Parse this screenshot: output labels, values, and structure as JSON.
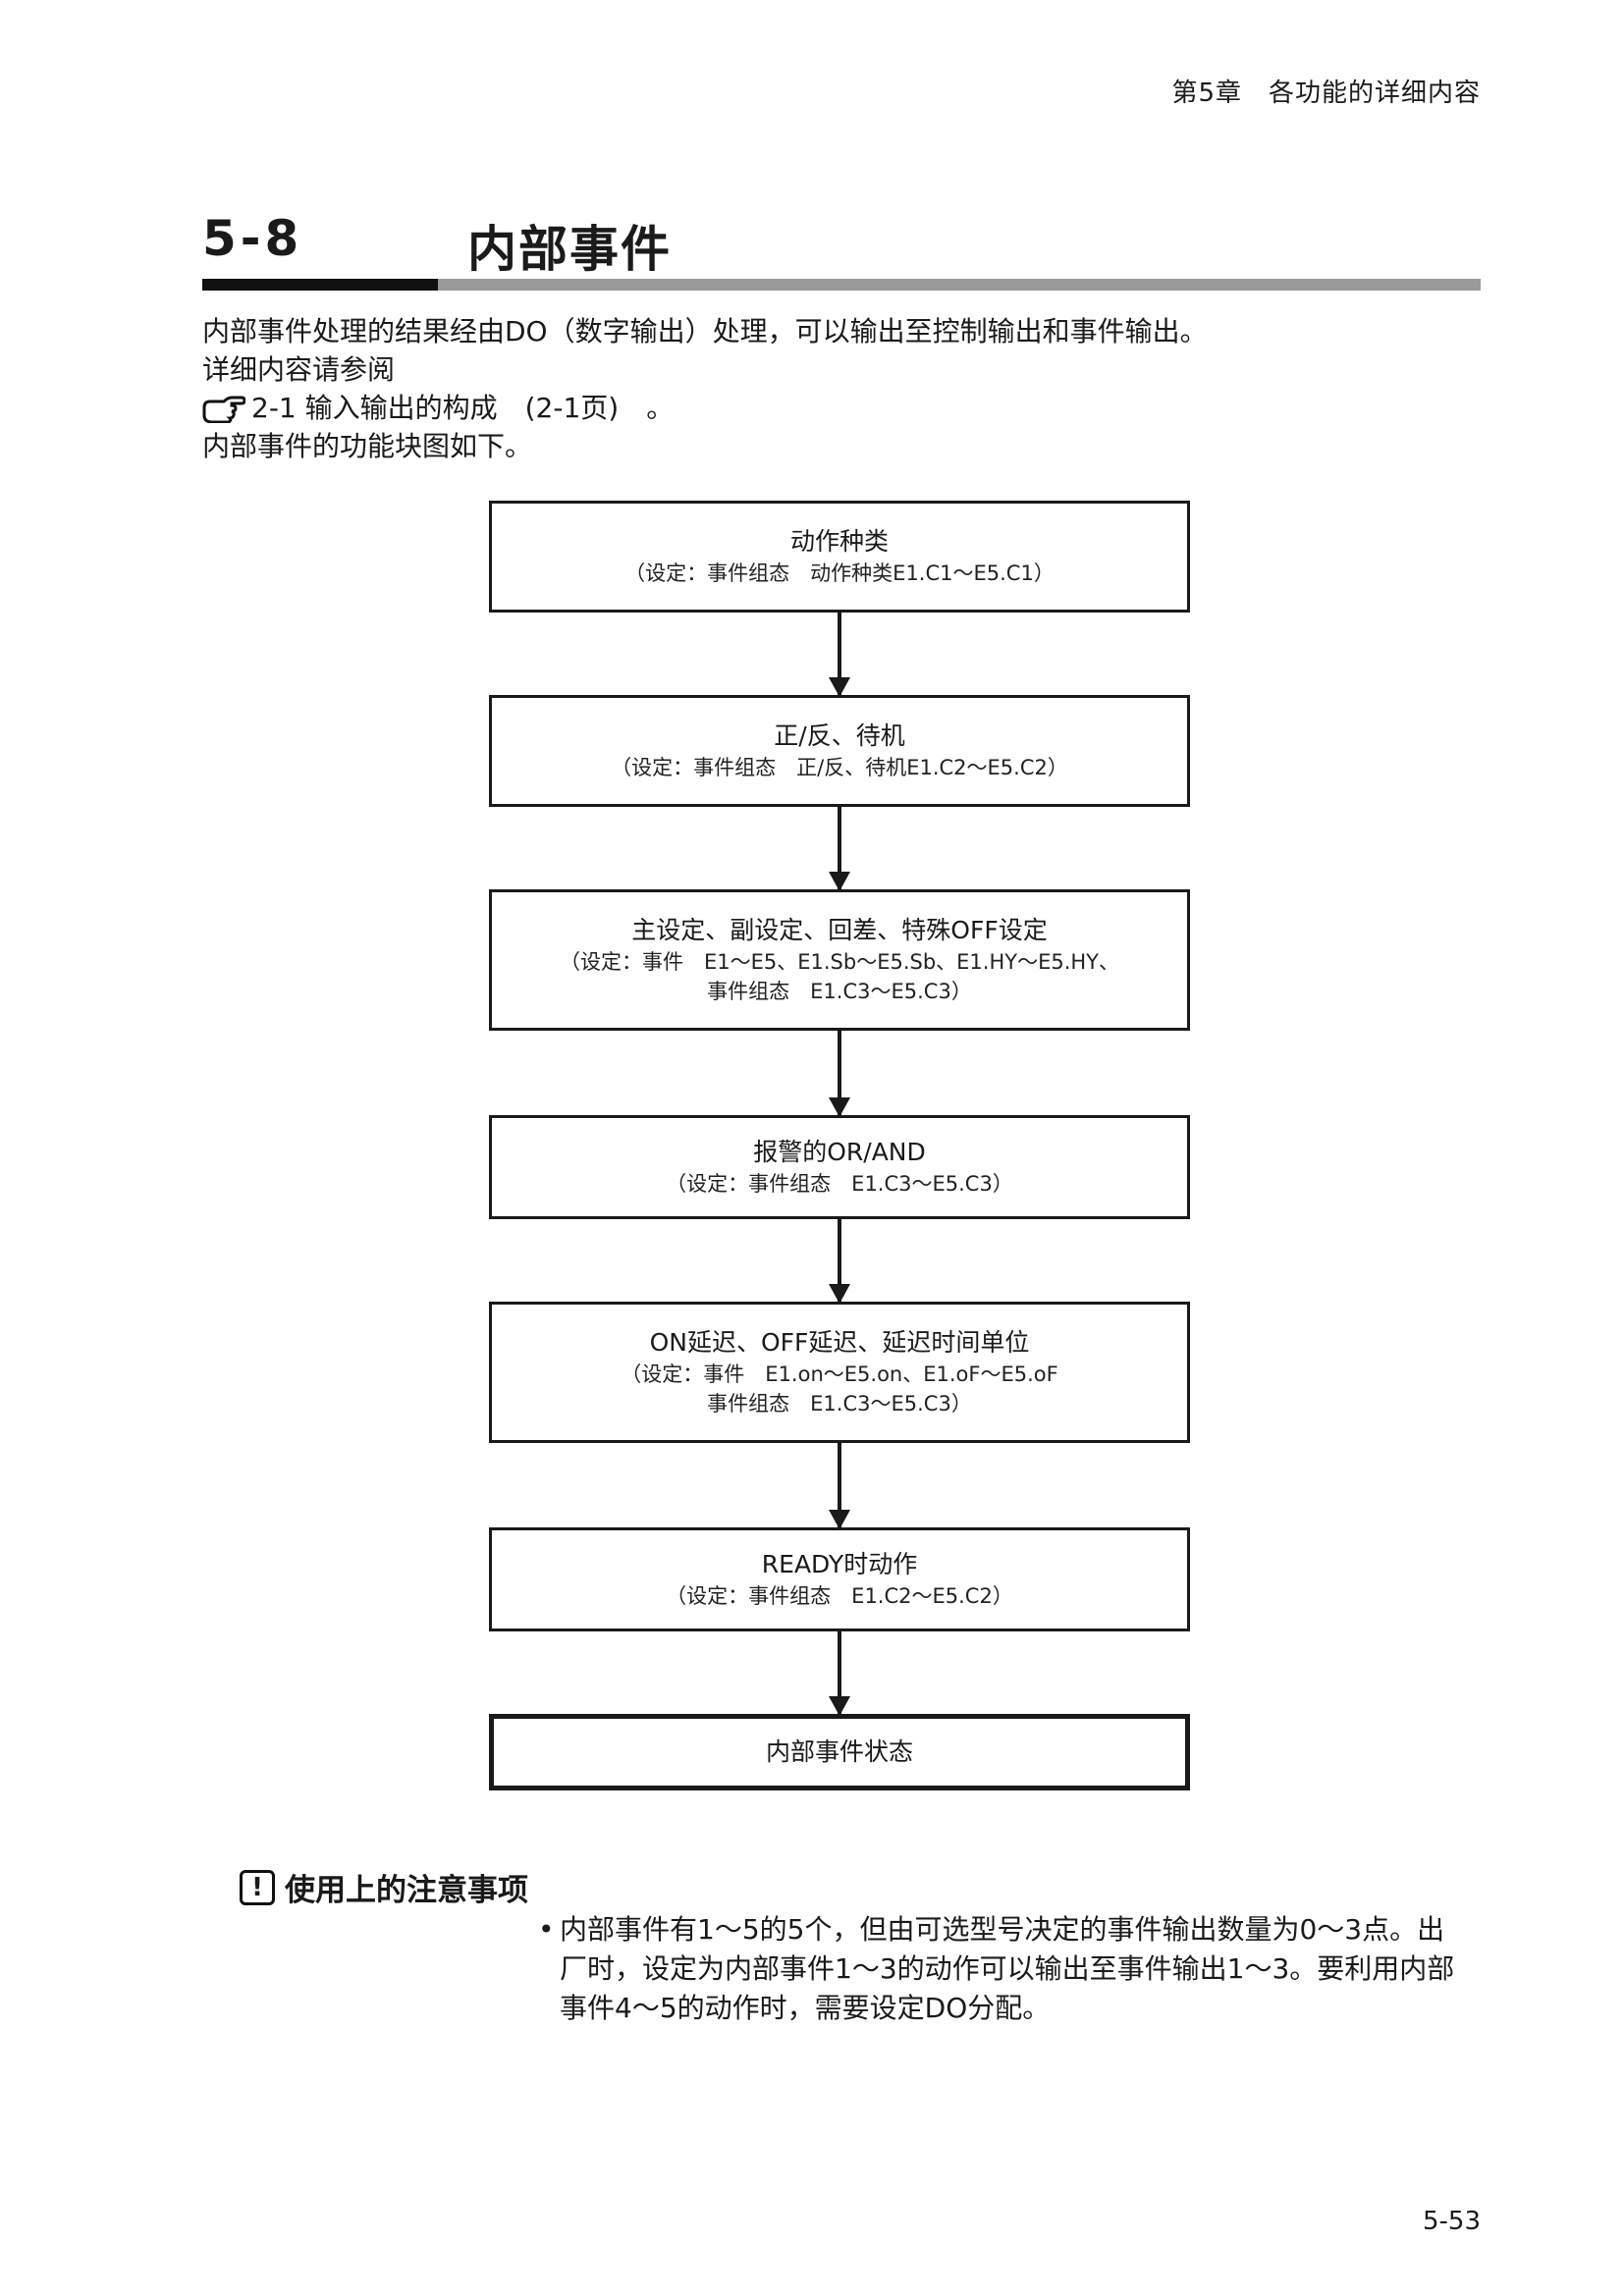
{
  "header": {
    "chapter": "第5章　各功能的详细内容"
  },
  "section": {
    "number": "5-8",
    "title": "内部事件"
  },
  "intro": {
    "line1": "内部事件处理的结果经由DO（数字输出）处理，可以输出至控制输出和事件输出。",
    "line2": "详细内容请参阅",
    "ref": "2-1 输入输出的构成　(2-1页)　。",
    "line4": "内部事件的功能块图如下。",
    "ref_icon": "pointing-hand-icon"
  },
  "flow": [
    {
      "title": "动作种类",
      "sub": [
        "（设定：事件组态　动作种类E1.C1～E5.C1）"
      ]
    },
    {
      "title": "正/反、待机",
      "sub": [
        "（设定：事件组态　正/反、待机E1.C2～E5.C2）"
      ]
    },
    {
      "title": "主设定、副设定、回差、特殊OFF设定",
      "sub": [
        "（设定：事件　E1～E5、E1.Sb～E5.Sb、E1.HY～E5.HY、",
        "事件组态　E1.C3～E5.C3）"
      ]
    },
    {
      "title": "报警的OR/AND",
      "sub": [
        "（设定：事件组态　E1.C3～E5.C3）"
      ]
    },
    {
      "title": "ON延迟、OFF延迟、延迟时间单位",
      "sub": [
        "（设定：事件　E1.on～E5.on、E1.oF～E5.oF",
        "事件组态　E1.C3～E5.C3）"
      ]
    },
    {
      "title": "READY时动作",
      "sub": [
        "（设定：事件组态　E1.C2～E5.C2）"
      ]
    },
    {
      "title": "内部事件状态",
      "sub": []
    }
  ],
  "notice": {
    "icon": "exclamation-icon",
    "title": "使用上的注意事项",
    "bullet": "•",
    "lines": [
      "内部事件有1～5的5个，但由可选型号决定的事件输出数量为0～3点。出",
      "厂时，设定为内部事件1～3的动作可以输出至事件输出1～3。要利用内部",
      "事件4～5的动作时，需要设定DO分配。"
    ]
  },
  "page_number": "5-53"
}
